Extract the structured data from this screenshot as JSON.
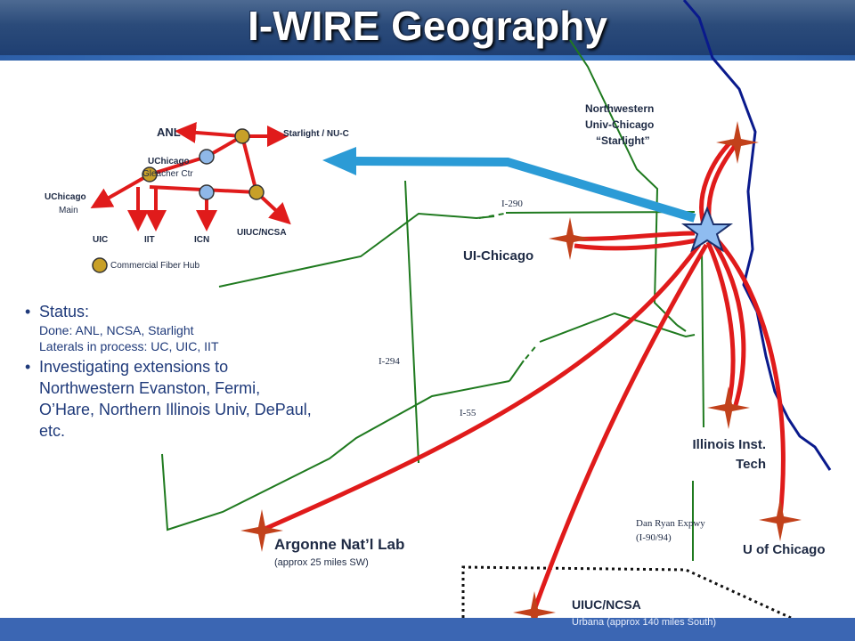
{
  "title": "I-WIRE Geography",
  "hub_legend": {
    "anl": "ANL",
    "starlight": "Starlight / NU-C",
    "uchicago_gleacher": "UChicago",
    "gleacher_sub": "Gleacher Ctr",
    "uchicago_main": "UChicago",
    "main_sub": "Main",
    "uic": "UIC",
    "iit": "IIT",
    "icn": "ICN",
    "uiuc": "UIUC/NCSA",
    "commercial_hub": "Commercial Fiber Hub"
  },
  "status": {
    "bullet": "•",
    "heading": "Status:",
    "done": "Done: ANL, NCSA, Starlight",
    "laterals": "Laterals in process: UC, UIC, IIT",
    "investigating": "Investigating extensions to Northwestern Evanston, Fermi, O’Hare, Northern Illinois Univ, DePaul, etc."
  },
  "map": {
    "northwestern": [
      "Northwestern",
      "Univ-Chicago",
      "“Starlight”"
    ],
    "ui_chicago": "UI-Chicago",
    "iit": [
      "Illinois Inst.",
      "Tech"
    ],
    "u_of_chicago": "U of Chicago",
    "argonne": "Argonne Nat’l Lab",
    "argonne_sub": "(approx 25 miles SW)",
    "uiuc": "UIUC/NCSA",
    "uiuc_sub": "Urbana (approx 140 miles South)",
    "i290": "I-290",
    "i294": "I-294",
    "i55": "I-55",
    "dan_ryan": "Dan Ryan Expwy",
    "dan_ryan_sub": "(I-90/94)"
  },
  "colors": {
    "fiber": "#e01b1b",
    "highway": "#1f7a1f",
    "lakeshore": "#0a1a8c",
    "arrow": "#2b9bd6",
    "marker": "#c2411b",
    "hub_star": "#8fbcf0",
    "hub_gold": "#c8a028",
    "hub_blue": "#8fb8e8"
  }
}
